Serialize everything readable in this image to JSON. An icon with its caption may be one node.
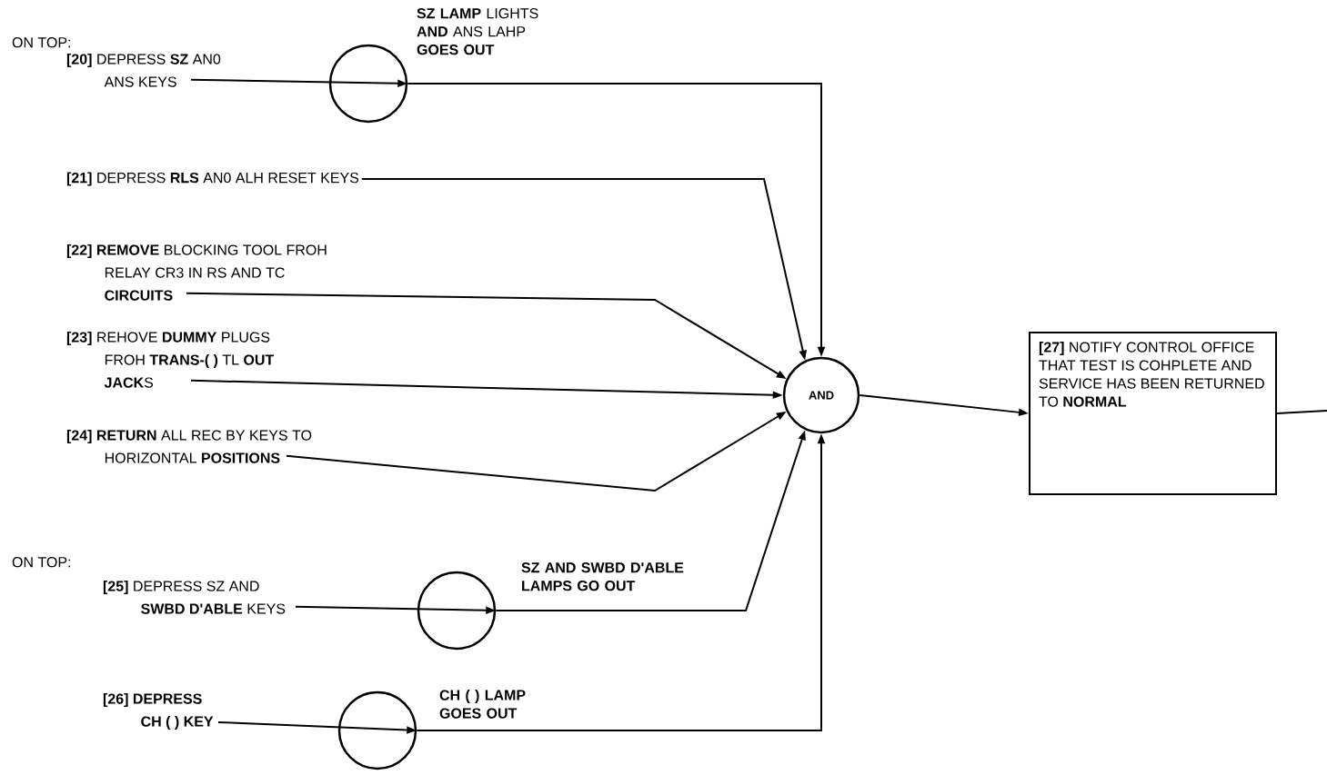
{
  "diagram": {
    "nodes": [
      {
        "text": [
          "**[20]** DEPRESS **SZ** AN0 ANS KEYS"
        ]
      },
      {
        "text": [],
        "shape": "circle",
        "beside": [
          "**SZ LAMP** LIGHTS **AND** ANS LAHP **GOES OUT**"
        ]
      },
      {
        "text": [
          "**[21]** DEPRESS **RLS** AN0 ALH RESET KEYS"
        ]
      },
      {
        "text": [
          "**[22] REMOVE** BLOCKING TOOL FROH RELAY CR3 IN RS AND TC **CIRCUITS**"
        ]
      },
      {
        "text": [
          "**[23]** REHOVE **DUMMY** PLUGS FROH **TRANS-( )** TL **OUT JACK**S"
        ]
      },
      {
        "text": [
          "**[24] RETURN** ALL REC BY KEYS TO HORIZONTAL **POSITIONS**"
        ]
      },
      {
        "text": [
          "**[25]** DEPRESS SZ AND **SWBD D'ABLE** KEYS"
        ]
      },
      {
        "text": [],
        "shape": "circle",
        "beside": [
          "**SZ AND SWBD D'ABLE LAMPS GO OUT**"
        ]
      },
      {
        "text": [
          "**[26] DEPRESS CH ( ) KEY**"
        ]
      },
      {
        "text": [],
        "shape": "circle",
        "beside": [
          "**CH ( ) LAMP GOES OUT**"
        ]
      },
      {
        "text": [
          "AND"
        ]
      },
      {
        "text": [
          "**[27]** NOTIFY CONTROL OFFICE THAT TEST IS COHPLETE AND SERVICE HAS BEEN RETURNED TO **NORMAL**"
        ]
      }
    ],
    "edges": [
      {
        "from": 0,
        "to": 1,
        "arrow": "to"
      },
      {
        "from": 1,
        "to": 10,
        "arrow": "to"
      },
      {
        "from": 2,
        "to": 10,
        "arrow": "to"
      },
      {
        "from": 3,
        "to": 10,
        "arrow": "to"
      },
      {
        "from": 4,
        "to": 10,
        "arrow": "to"
      },
      {
        "from": 5,
        "to": 10,
        "arrow": "to"
      },
      {
        "from": 6,
        "to": 7,
        "arrow": "to"
      },
      {
        "from": 7,
        "to": 10,
        "arrow": "to"
      },
      {
        "from": 8,
        "to": 9,
        "arrow": "to"
      },
      {
        "from": 9,
        "to": 10,
        "arrow": "to"
      },
      {
        "from": 10,
        "to": 11,
        "arrow": "to"
      },
      {
        "from": 11,
        "to": null,
        "arrow": "none"
      }
    ],
    "labels": [
      "ON TOP:",
      "ON TOP:"
    ]
  }
}
